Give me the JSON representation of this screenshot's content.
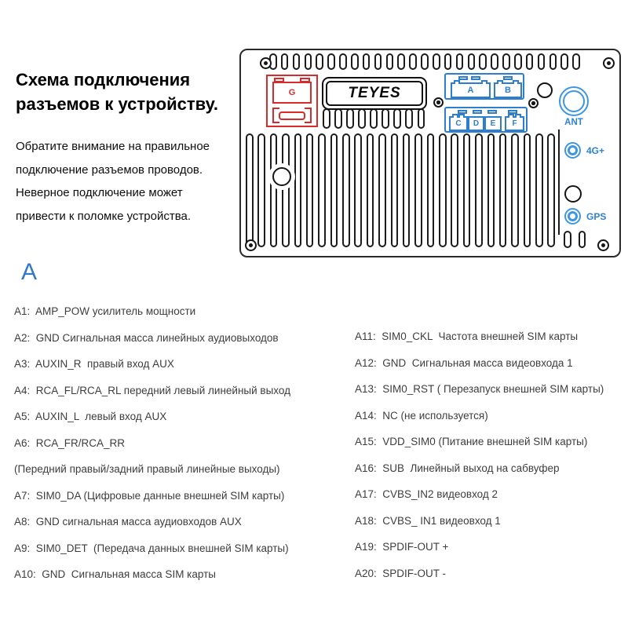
{
  "intro": {
    "title_line1": "Схема подключения",
    "title_line2": "разъемов к устройству.",
    "body_line1": "Обратите внимание на правильное",
    "body_line2": "подключение разъемов проводов.",
    "body_line3": "Неверное подключение может",
    "body_line4": "привести к поломке устройства."
  },
  "device": {
    "brand": "TEYES",
    "connector_g": "G",
    "connector_a": "A",
    "connector_b": "B",
    "connector_c": "C",
    "connector_d": "D",
    "connector_e": "E",
    "connector_f": "F",
    "port_ant": "ANT",
    "port_4g": "4G+",
    "port_gps": "GPS",
    "colors": {
      "connector_red": "#d92b2b",
      "connector_blue": "#2e7ecf",
      "ring_blue": "#3f96e0",
      "outline_black": "#1c1c1c"
    }
  },
  "pin_section": {
    "heading": "A",
    "heading_color": "#3379c8",
    "left_column": [
      "A1:  AMP_POW усилитель мощности",
      "A2:  GND Сигнальная масса линейных аудиовыходов",
      "A3:  AUXIN_R  правый вход AUX",
      "A4:  RCA_FL/RCA_RL передний левый линейный выход",
      "A5:  AUXIN_L  левый вход AUX",
      "A6:  RCA_FR/RCA_RR",
      "(Передний правый/задний правый линейные выходы)",
      "A7:  SIM0_DA (Цифровые данные внешней SIM карты)",
      "A8:  GND сигнальная масса аудиовходов AUX",
      "A9:  SIM0_DET  (Передача данных внешней SIM карты)",
      "A10:  GND  Сигнальная масса SIM карты"
    ],
    "right_column": [
      "A11:  SIM0_CKL  Частота внешней SIM карты",
      "A12:  GND  Сигнальная масса видеовхода 1",
      "A13:  SIM0_RST ( Перезапуск внешней SIM карты)",
      "A14:  NC (не используется)",
      "A15:  VDD_SIM0 (Питание внешней SIM карты)",
      "A16:  SUB  Линейный выход на сабвуфер",
      "A17:  CVBS_IN2 видеовход 2",
      "A18:  CVBS_ IN1 видеовход 1",
      "A19:  SPDIF-OUT +",
      "A20:  SPDIF-OUT -"
    ]
  }
}
